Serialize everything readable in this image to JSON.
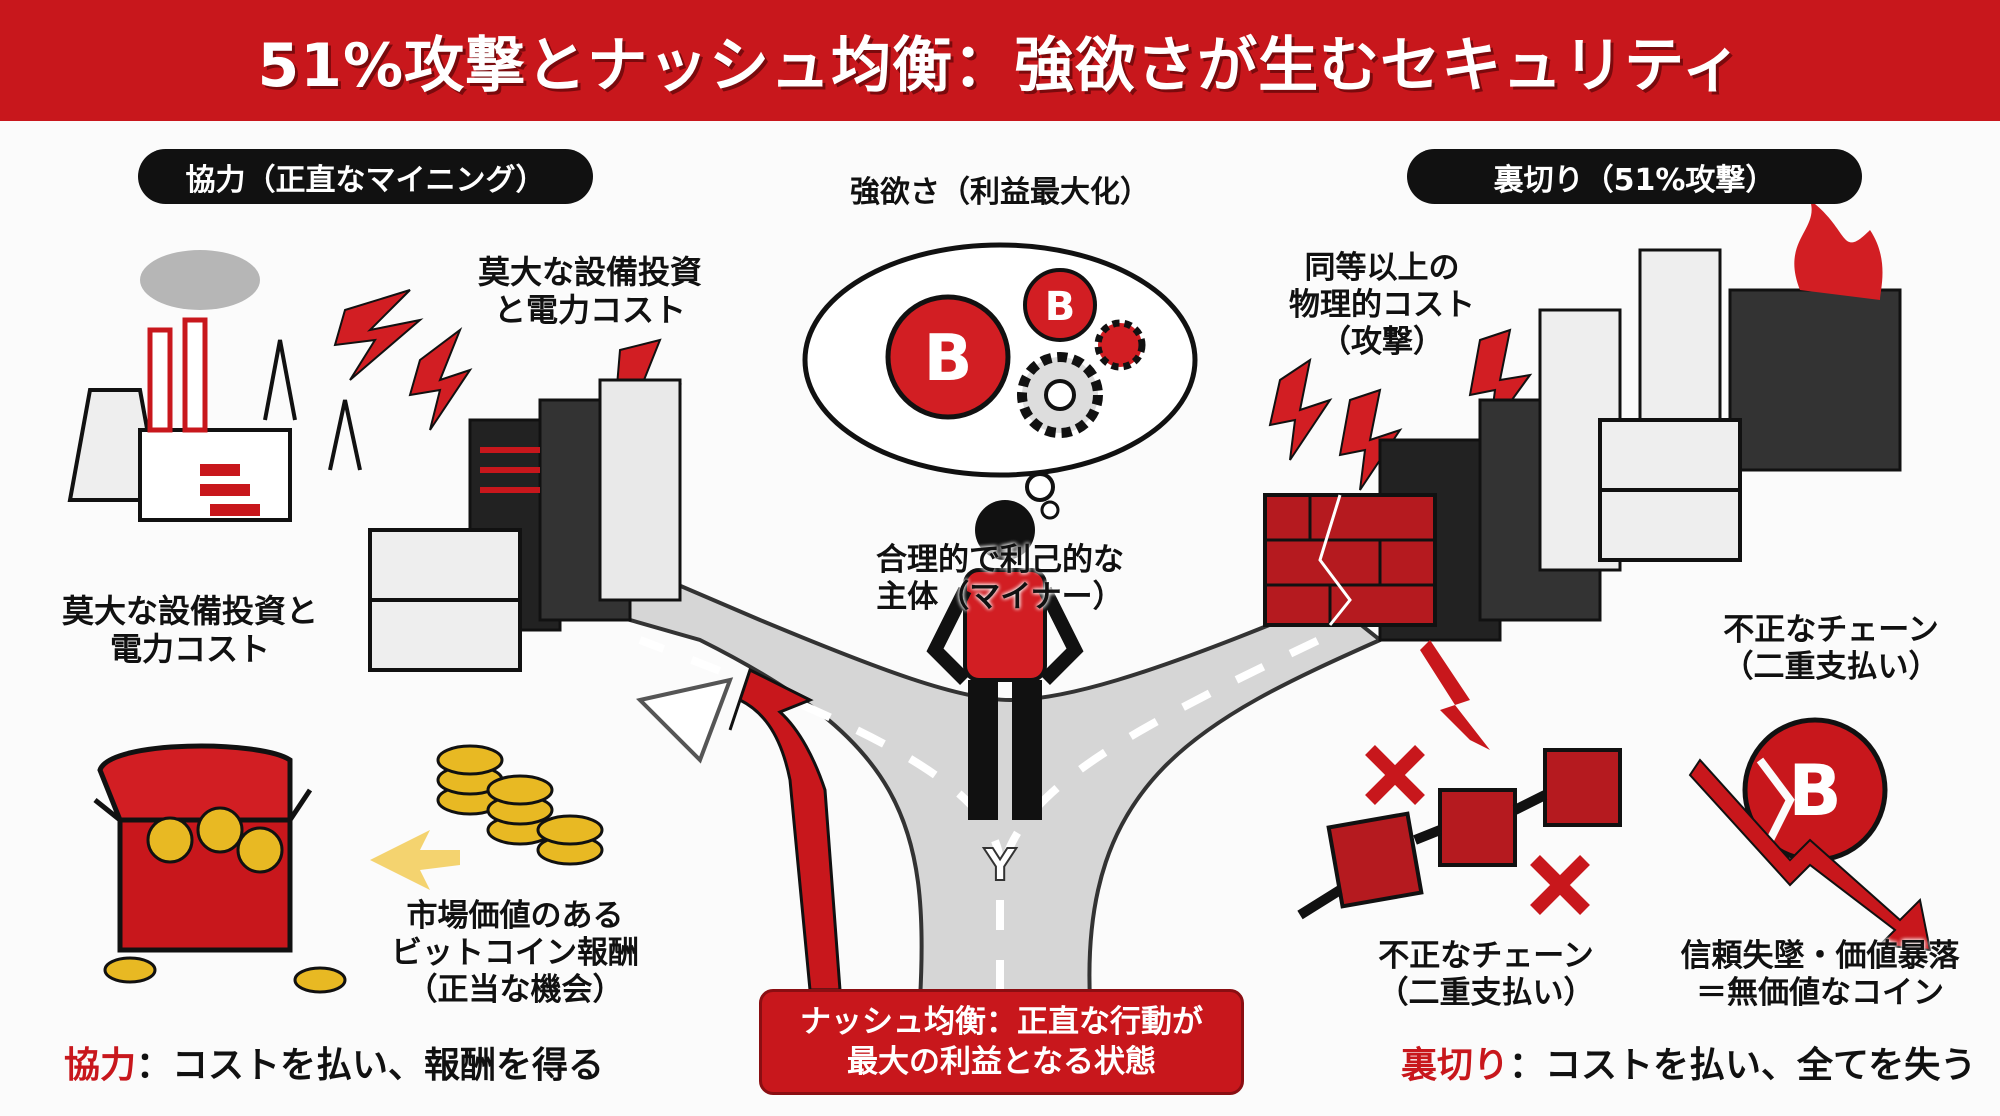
{
  "title": "51%攻撃とナッシュ均衡：強欲さが生むセキュリティ",
  "left_pill": "協力（正直なマイニング）",
  "right_pill": "裏切り（51%攻撃）",
  "greed_label": "強欲さ（利益最大化）",
  "left_top_cost": [
    "莫大な設備投資",
    "と電力コスト"
  ],
  "left_side_cost": [
    "莫大な設備投資と",
    "電力コスト"
  ],
  "right_top_cost": [
    "同等以上の",
    "物理的コスト",
    "（攻撃）"
  ],
  "miner_label": [
    "合理的で利己的な",
    "主体（マイナー）"
  ],
  "right_side_chain": [
    "不正なチェーン",
    "（二重支払い）"
  ],
  "reward_label": [
    "市場価値のある",
    "ビットコイン報酬",
    "（正当な機会）"
  ],
  "bottom_chain": [
    "不正なチェーン",
    "（二重支払い）"
  ],
  "collapse_label": [
    "信頼失墜・価値暴落",
    "＝無価値なコイン"
  ],
  "nash_box": [
    "ナッシュ均衡：正直な行動が",
    "最大の利益となる状態"
  ],
  "bottom_left": {
    "keyword": "協力",
    "rest": "：コストを払い、報酬を得る"
  },
  "bottom_right": {
    "keyword": "裏切り",
    "rest": "：コストを払い、全てを失う"
  },
  "road_sign": "Y",
  "coin_symbol": "B",
  "colors": {
    "accent": "#c8171c",
    "dark": "#111111",
    "gold": "#e8b923"
  }
}
